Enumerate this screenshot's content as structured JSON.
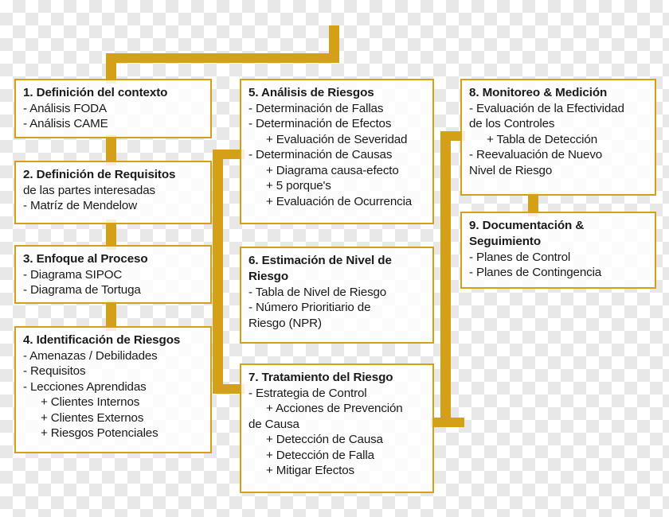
{
  "diagram": {
    "kind": "flowchart",
    "accent_color": "#d4a017",
    "text_color": "#1a1a1a",
    "nodes": [
      {
        "id": "n1",
        "title": "1. Definición del contexto",
        "lines": [
          {
            "text": "- Análisis FODA",
            "indent": false
          },
          {
            "text": "- Análisis CAME",
            "indent": false
          }
        ]
      },
      {
        "id": "n2",
        "title": "2. Definición de Requisitos",
        "lines": [
          {
            "text": "de las partes interesadas",
            "indent": false
          },
          {
            "text": "- Matríz de Mendelow",
            "indent": false
          }
        ]
      },
      {
        "id": "n3",
        "title": "3. Enfoque al Proceso",
        "lines": [
          {
            "text": "- Diagrama SIPOC",
            "indent": false
          },
          {
            "text": "- Diagrama de Tortuga",
            "indent": false
          }
        ]
      },
      {
        "id": "n4",
        "title": "4. Identificación de Riesgos",
        "lines": [
          {
            "text": "- Amenazas / Debilidades",
            "indent": false
          },
          {
            "text": "- Requisitos",
            "indent": false
          },
          {
            "text": "- Lecciones Aprendidas",
            "indent": false
          },
          {
            "text": "+ Clientes Internos",
            "indent": true
          },
          {
            "text": "+ Clientes Externos",
            "indent": true
          },
          {
            "text": "+ Riesgos Potenciales",
            "indent": true
          }
        ]
      },
      {
        "id": "n5",
        "title": "5. Análisis de Riesgos",
        "lines": [
          {
            "text": "- Determinación de Fallas",
            "indent": false
          },
          {
            "text": "- Determinación de Efectos",
            "indent": false
          },
          {
            "text": "+ Evaluación de Severidad",
            "indent": true
          },
          {
            "text": "- Determinación de Causas",
            "indent": false
          },
          {
            "text": "+ Diagrama causa-efecto",
            "indent": true
          },
          {
            "text": "+ 5 porque's",
            "indent": true
          },
          {
            "text": "+ Evaluación de Ocurrencia",
            "indent": true
          }
        ]
      },
      {
        "id": "n6",
        "title": "6. Estimación de Nivel de\nRiesgo",
        "lines": [
          {
            "text": "- Tabla de Nivel de Riesgo",
            "indent": false
          },
          {
            "text": "- Número Prioritiario de",
            "indent": false
          },
          {
            "text": "Riesgo (NPR)",
            "indent": false
          }
        ]
      },
      {
        "id": "n7",
        "title": "7. Tratamiento del Riesgo",
        "lines": [
          {
            "text": "- Estrategia de Control",
            "indent": false
          },
          {
            "text": "+ Acciones de Prevención",
            "indent": true
          },
          {
            "text": "de Causa",
            "indent": false
          },
          {
            "text": "+ Detección de Causa",
            "indent": true
          },
          {
            "text": "+ Detección de Falla",
            "indent": true
          },
          {
            "text": "+ Mitigar Efectos",
            "indent": true
          }
        ]
      },
      {
        "id": "n8",
        "title": "8. Monitoreo & Medición",
        "lines": [
          {
            "text": "- Evaluación de la Efectividad",
            "indent": false
          },
          {
            "text": "de los Controles",
            "indent": false
          },
          {
            "text": "+ Tabla de Detección",
            "indent": true
          },
          {
            "text": "- Reevaluación de Nuevo",
            "indent": false
          },
          {
            "text": "Nivel de Riesgo",
            "indent": false
          }
        ]
      },
      {
        "id": "n9",
        "title": "9. Documentación &\nSeguimiento",
        "lines": [
          {
            "text": "- Planes de Control",
            "indent": false
          },
          {
            "text": "- Planes de Contingencia",
            "indent": false
          }
        ]
      }
    ]
  }
}
